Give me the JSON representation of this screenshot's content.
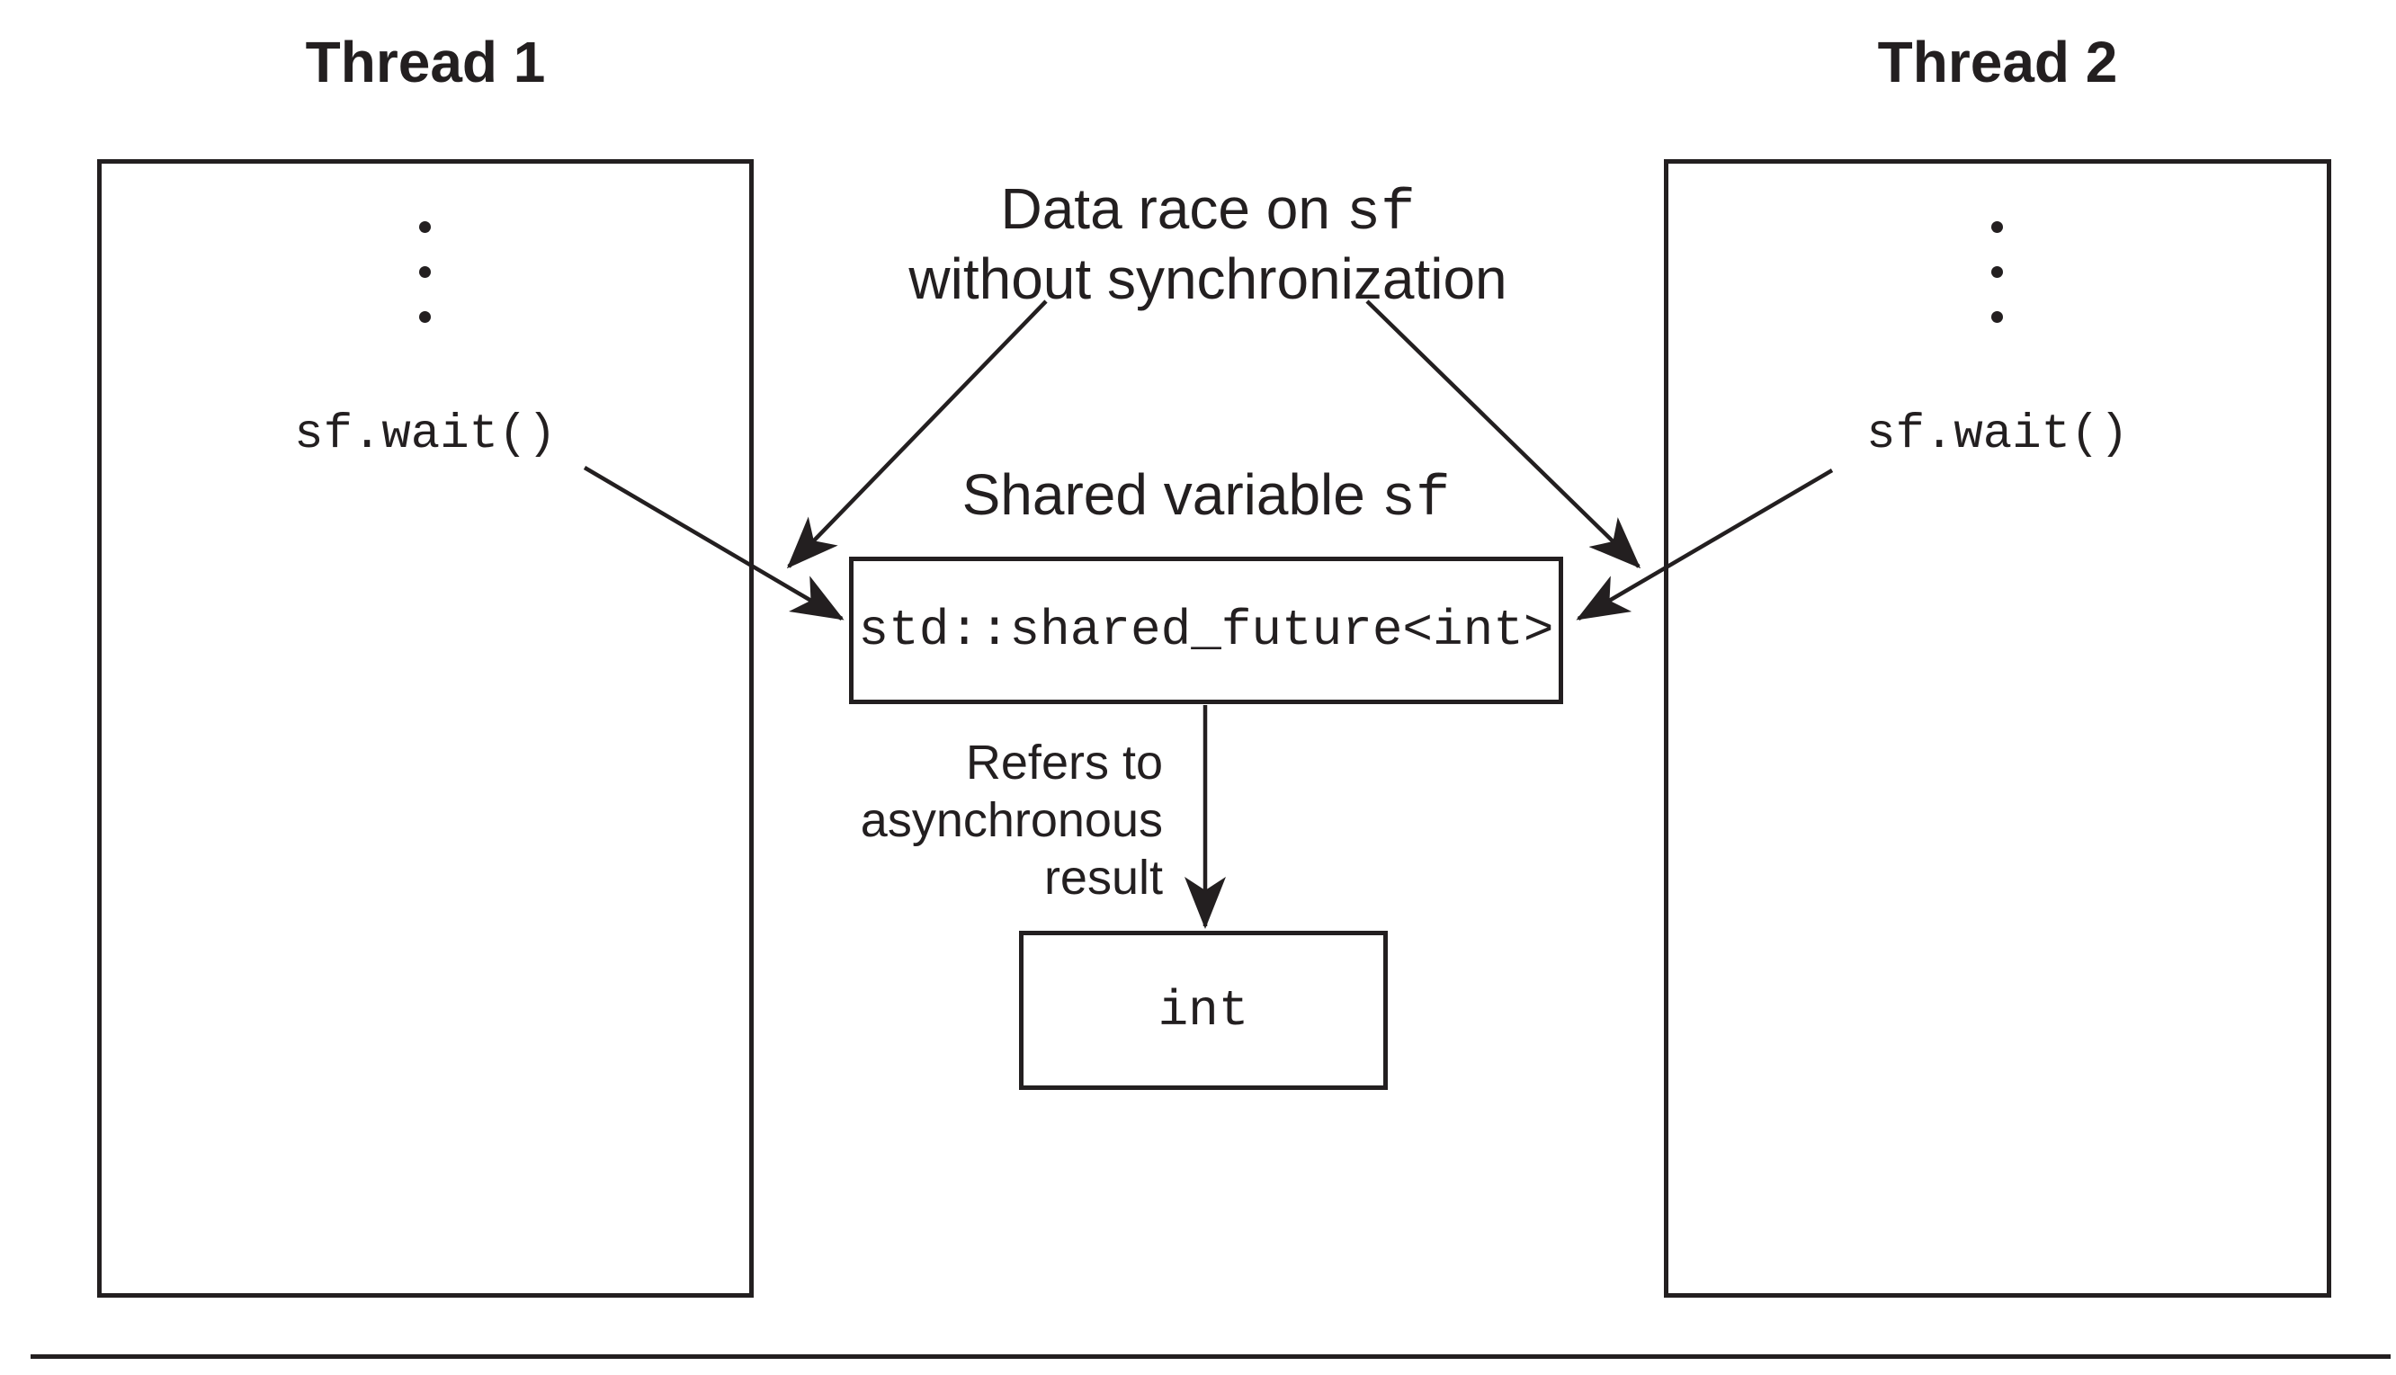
{
  "diagram": {
    "thread1": {
      "title": "Thread 1",
      "code": "sf.wait()"
    },
    "thread2": {
      "title": "Thread 2",
      "code": "sf.wait()"
    },
    "data_race_note": {
      "line1_text": "Data race on ",
      "line1_code": "sf",
      "line2": "without synchronization"
    },
    "shared_variable_label": {
      "text": "Shared variable ",
      "code": "sf"
    },
    "shared_box": {
      "code": "std::shared_future<int>"
    },
    "refers_note": {
      "line1": "Refers to",
      "line2": "asynchronous",
      "line3": "result"
    },
    "int_box": {
      "code": "int"
    },
    "colors": {
      "ink": "#231f20",
      "background": "#ffffff"
    }
  }
}
